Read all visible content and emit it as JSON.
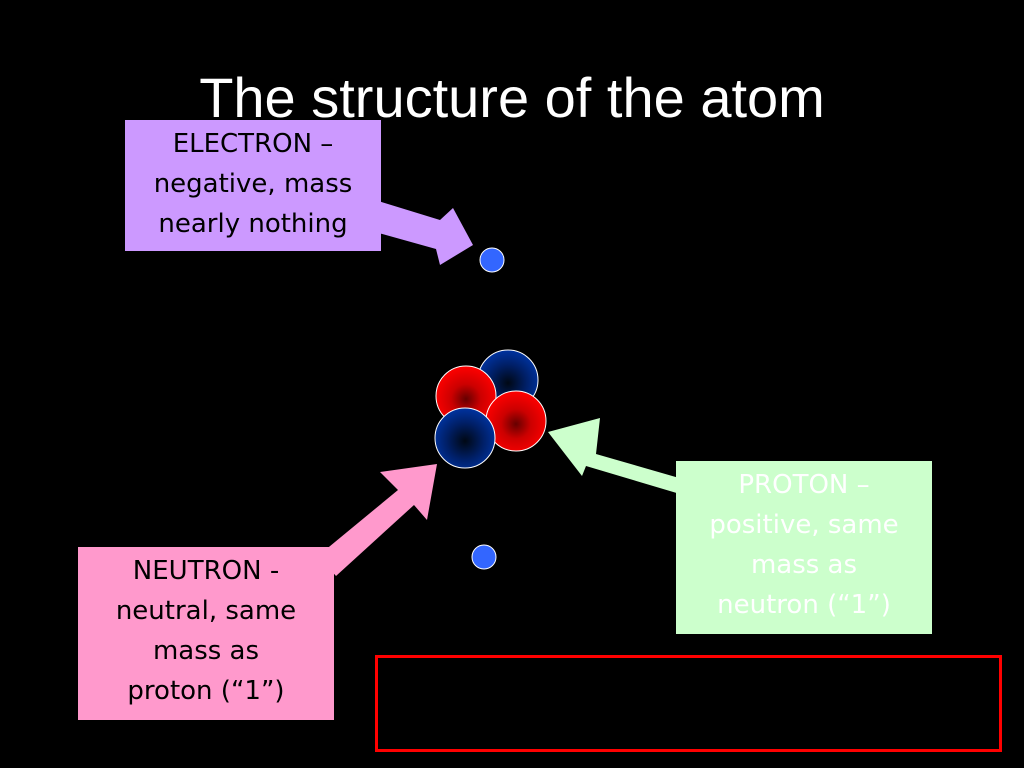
{
  "title": "The structure of the atom",
  "labels": {
    "electron": [
      "ELECTRON –",
      "negative, mass",
      "nearly nothing"
    ],
    "proton": [
      "PROTON –",
      "positive, same",
      "mass as",
      "neutron (“1”)"
    ],
    "neutron": [
      "NEUTRON -",
      "neutral, same",
      "mass as",
      "proton (“1”)"
    ]
  },
  "colors": {
    "background": "#000000",
    "title": "#ffffff",
    "electron_box": "#cc99ff",
    "proton_box": "#ccffcc",
    "neutron_box": "#ff99cc",
    "electron_particle": "#3366ff",
    "proton_particle": "#ff0000",
    "neutron_particle": "#003399",
    "answer_frame": "#ff0000"
  }
}
